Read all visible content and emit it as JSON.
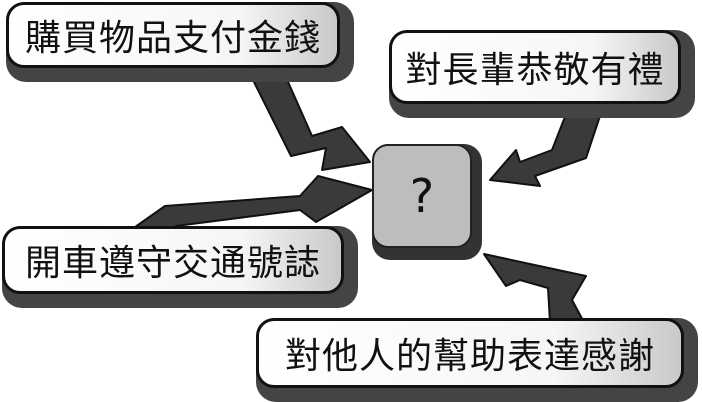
{
  "diagram": {
    "center": {
      "label": "?"
    },
    "bubbles": [
      {
        "label": "購買物品支付金錢"
      },
      {
        "label": "對長輩恭敬有禮"
      },
      {
        "label": "開車遵守交通號誌"
      },
      {
        "label": "對他人的幫助表達感謝"
      }
    ]
  }
}
